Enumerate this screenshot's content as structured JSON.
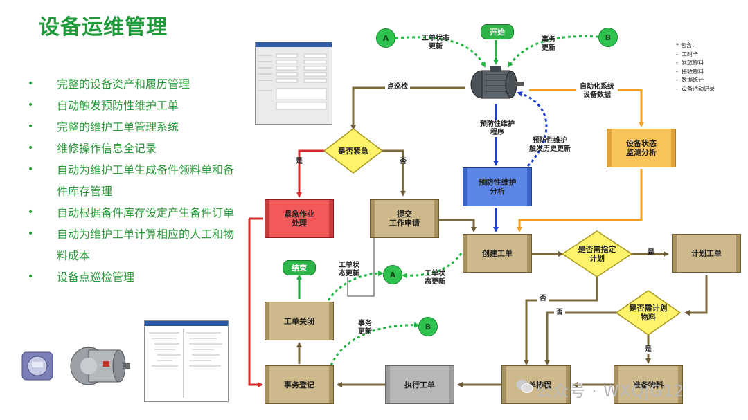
{
  "title": "设备运维管理",
  "bullets": [
    "完整的设备资产和履历管理",
    "自动触发预防性维护工单",
    "完整的维护工单管理系统",
    "维修操作信息全记录",
    "自动为维护工单生成备件领料单和备件库存管理",
    "自动根据备件库存设定产生备件订单",
    "自动为维护工单计算相应的人工和物料成本",
    "设备点巡检管理"
  ],
  "flow": {
    "start": "开始",
    "end": "结束",
    "connector_a": "A",
    "connector_b": "B",
    "nodes": {
      "urgent_work": "紧急作业\n处理",
      "submit_request": "提交\n工作申请",
      "pm_analysis": "预防性维护\n分析",
      "condition_monitor": "设备状态\n监测分析",
      "create_wo": "创建工单",
      "plan_wo": "计划工单",
      "close_wo": "工单关闭",
      "transaction_record": "事务登记",
      "execute_wo": "执行工单",
      "schedule_wo": "工单排程",
      "prepare_material": "准备物料"
    },
    "decisions": {
      "urgent": "是否紧急",
      "need_plan": "是否需指定\n计划",
      "need_plan_material": "是否需计划\n物料"
    },
    "labels": {
      "wo_status_update_top": "工单状态\n更新",
      "transaction_update_top": "事务\n更新",
      "inspection": "点巡检",
      "auto_system_data": "自动化系统\n设备数据",
      "pm_program": "预防性维护\n程序",
      "pm_trigger_history": "预防性维护\n触发历史更新",
      "yes1": "是",
      "no1": "否",
      "yes2": "是",
      "no2": "否",
      "no3": "否",
      "yes3": "是",
      "wo_status_update_mid_left": "工单状\n态更新",
      "wo_status_update_mid_right": "工单状\n态更新",
      "transaction_update_bottom": "事务\n更新"
    }
  },
  "legend": {
    "heading": "包含：",
    "items": [
      "工时卡",
      "发放物料",
      "接收物料",
      "数据统计",
      "设备活动记录"
    ]
  },
  "watermark": "公众号 · WXQJG12",
  "colors": {
    "title": "#1f9a3a",
    "bullet_text": "#2a9a3a",
    "box": "#cdb98c",
    "urgent": "#f25a5a",
    "pm": "#5b86e8",
    "monitor": "#f9c35c",
    "execute": "#b8b8b8",
    "decision": "#fff36b",
    "connector": "#2fc24f"
  }
}
